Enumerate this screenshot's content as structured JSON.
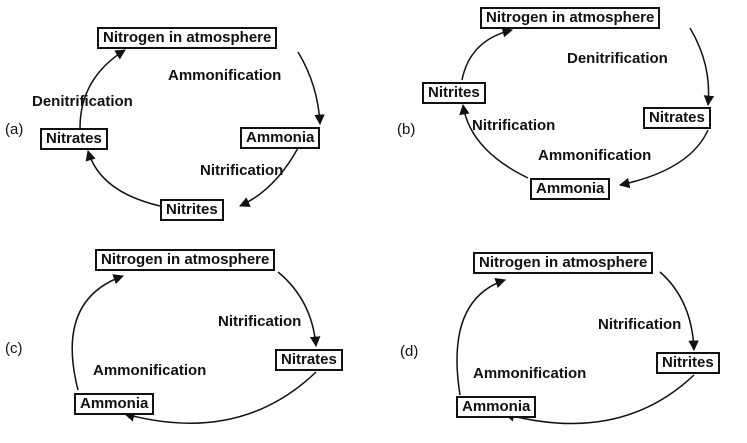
{
  "diagrams": {
    "a": {
      "option": "(a)",
      "top": "Nitrogen in atmosphere",
      "right": "Ammonia",
      "bottom": "Nitrites",
      "left": "Nitrates",
      "proc_top_right": "Ammonification",
      "proc_right_bottom": "Nitrification",
      "proc_left_top": "Denitrification"
    },
    "b": {
      "option": "(b)",
      "top": "Nitrogen in atmosphere",
      "right": "Nitrates",
      "bottom": "Ammonia",
      "left": "Nitrites",
      "proc_top_right": "Denitrification",
      "proc_right_bottom": "Ammonification",
      "proc_left_top": "Nitrification"
    },
    "c": {
      "option": "(c)",
      "top": "Nitrogen in atmosphere",
      "right": "Nitrates",
      "bottom_left": "Ammonia",
      "proc_top_right": "Nitrification",
      "proc_left": "Ammonification"
    },
    "d": {
      "option": "(d)",
      "top": "Nitrogen in atmosphere",
      "right": "Nitrites",
      "bottom_left": "Ammonia",
      "proc_top_right": "Nitrification",
      "proc_left": "Ammonification"
    }
  }
}
